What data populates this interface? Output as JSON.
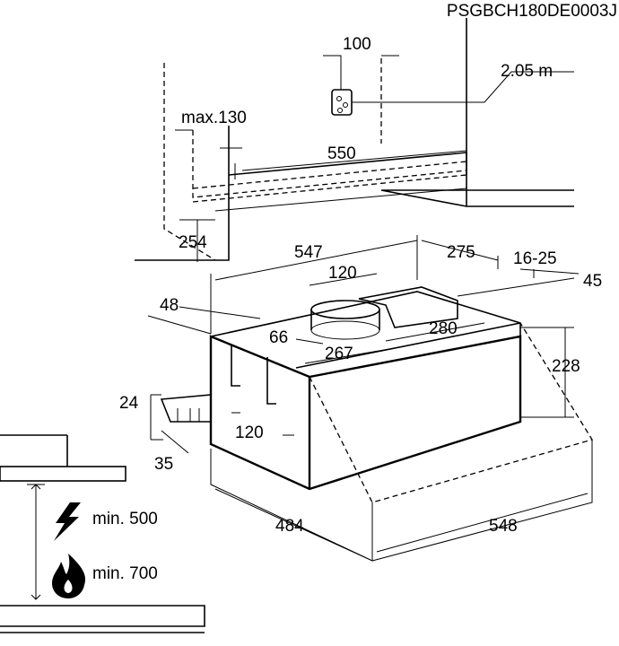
{
  "drawing_code": "PSGBCH180DE0003J",
  "dimensions": {
    "duct_offset": "100",
    "cable_length": "2.05 m",
    "max_depth": "max.130",
    "cabinet_width": "550",
    "cabinet_gap": "254",
    "hood_width": "547",
    "side_depth": "275",
    "range": "16-25",
    "top_height": "45",
    "duct_diameter": "120",
    "left_offset": "48",
    "rear_width": "280",
    "front_offset": "66",
    "mid_width": "267",
    "hood_height": "228",
    "bracket_height": "24",
    "bracket_spacing": "120",
    "bracket_depth": "35",
    "front_depth": "484",
    "front_width": "548"
  },
  "clearances": {
    "electric": {
      "icon": "lightning-icon",
      "label": "min. 500"
    },
    "gas": {
      "icon": "flame-icon",
      "label": "min. 700"
    }
  }
}
